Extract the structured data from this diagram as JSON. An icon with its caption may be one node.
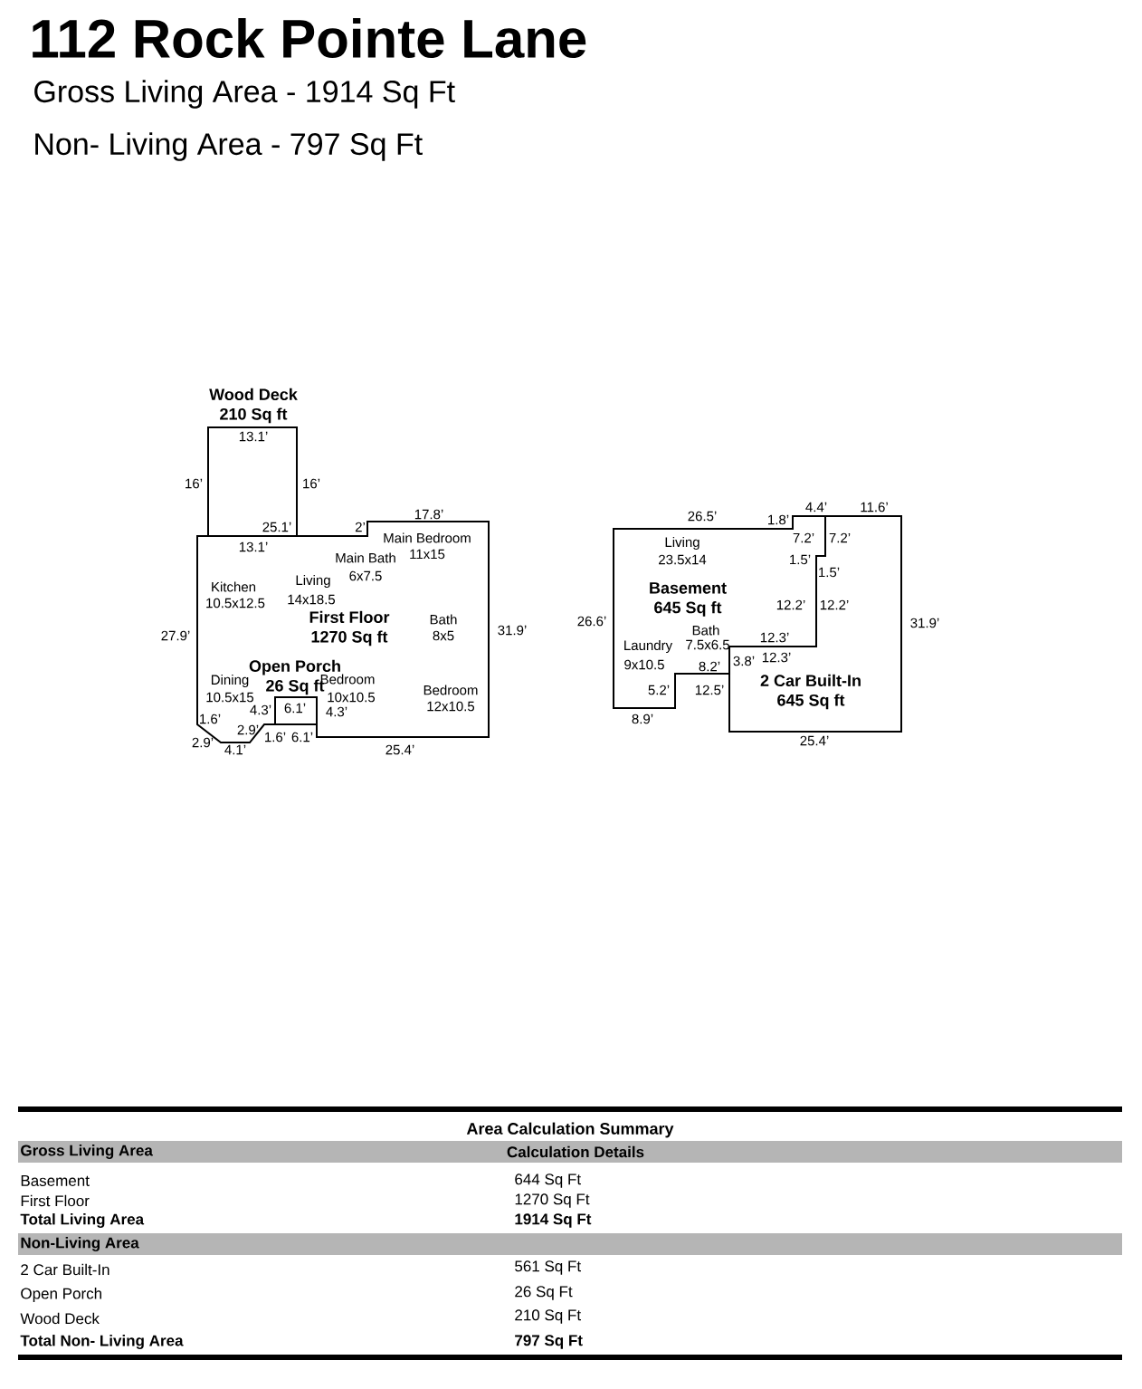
{
  "diagram": {
    "title": "112 Rock Pointe Lane",
    "nodes": [
      {
        "text": [
          "Wood Deck",
          "210 Sq ft"
        ]
      },
      {
        "text": [
          "First Floor",
          "1270 Sq ft"
        ]
      },
      {
        "text": [
          "Open Porch",
          "26 Sq ft"
        ],
        "in": 1
      },
      {
        "text": [
          "Basement",
          "645 Sq ft"
        ]
      },
      {
        "text": [
          "2 Car Built-In",
          "645 Sq ft"
        ]
      }
    ],
    "labels": [
      "Gross Living Area - 1914 Sq Ft",
      "Non- Living Area - 797 Sq Ft",
      "13.1’",
      "16’",
      "16’",
      "25.1’",
      "2’",
      "17.8’",
      "13.1’",
      "Main Bedroom",
      "Main Bath",
      "11x15",
      "6x7.5",
      "Kitchen",
      "10.5x12.5",
      "Living",
      "14x18.5",
      "27.9’",
      "Bath",
      "8x5",
      "31.9’",
      "Dining",
      "Bedroom",
      "Bedroom",
      "10.5x15",
      "4.3’",
      "6.1’",
      "4.3’",
      "10x10.5",
      "12x10.5",
      "1.6’",
      "2.9’",
      "1.6’",
      "6.1’",
      "2.9’",
      "4.1’",
      "25.4’",
      "26.5’",
      "1.8’",
      "4.4’",
      "11.6’",
      "Living",
      "23.5x14",
      "7.2’",
      "7.2’",
      "1.5’",
      "1.5’",
      "26.6’",
      "12.2’",
      "12.2’",
      "31.9’",
      "Bath",
      "Laundry",
      "7.5x6.5",
      "12.3’",
      "9x10.5",
      "8.2’",
      "3.8’",
      "12.3’",
      "5.2’",
      "12.5’",
      "8.9’",
      "25.4’",
      "Area Calculation Summary",
      "Gross Living Area",
      "Calculation Details",
      "Basement",
      "644 Sq Ft",
      "First Floor",
      "1270 Sq Ft",
      "Total Living Area",
      "1914 Sq Ft",
      "Non-Living Area",
      "2 Car Built-In",
      "561 Sq Ft",
      "Open Porch",
      "26 Sq Ft",
      "Wood Deck",
      "210 Sq Ft",
      "Total Non- Living Area",
      "797 Sq Ft"
    ]
  }
}
